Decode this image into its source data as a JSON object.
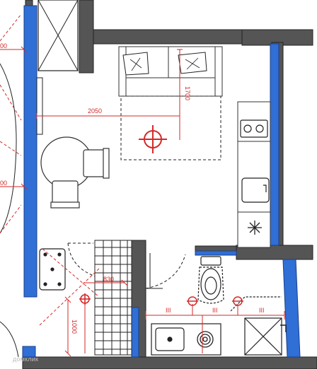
{
  "dimensions": {
    "horizontal_top": "2050",
    "vertical_top": "1700",
    "left_edge_upper": "00",
    "left_edge_lower": "00",
    "hall_diagonal": "830",
    "hall_vertical": "1000",
    "kitchen_mark_1": "III",
    "kitchen_mark_2": "III",
    "kitchen_mark_3": "III"
  },
  "watermark": "домклик",
  "colors": {
    "wall": "#555555",
    "window": "#2f6fd6",
    "dimension": "#d32a2a",
    "furniture": "#333333"
  }
}
